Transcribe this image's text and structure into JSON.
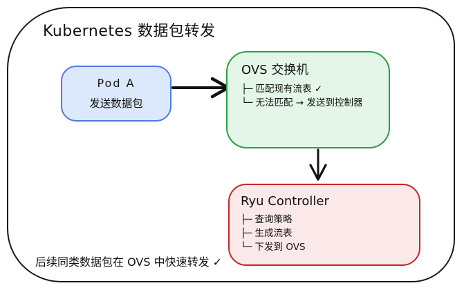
{
  "diagram": {
    "title": "Kubernetes 数据包转发",
    "footer_note": "后续同类数据包在 OVS 中快速转发 ✓",
    "frame_border_color": "#1b1b1b",
    "arrow_color": "#111111",
    "nodes": {
      "pod": {
        "title": "Pod A",
        "subtitle": "发送数据包",
        "border_color": "#4a7ce8",
        "fill_color": "#dce8fb"
      },
      "ovs": {
        "title": "OVS 交换机",
        "items": [
          "├─ 匹配现有流表 ✓",
          "└─ 无法匹配 → 发送到控制器"
        ],
        "border_color": "#2f9e44",
        "fill_color": "#e3f6e7"
      },
      "ryu": {
        "title": "Ryu Controller",
        "items": [
          "├─ 查询策略",
          "├─ 生成流表",
          "└─ 下发到 OVS"
        ],
        "border_color": "#c22727",
        "fill_color": "#fbe9e9"
      }
    },
    "arrows": [
      {
        "from": "pod",
        "to": "ovs",
        "direction": "right"
      },
      {
        "from": "ovs",
        "to": "ryu",
        "direction": "down"
      }
    ]
  }
}
